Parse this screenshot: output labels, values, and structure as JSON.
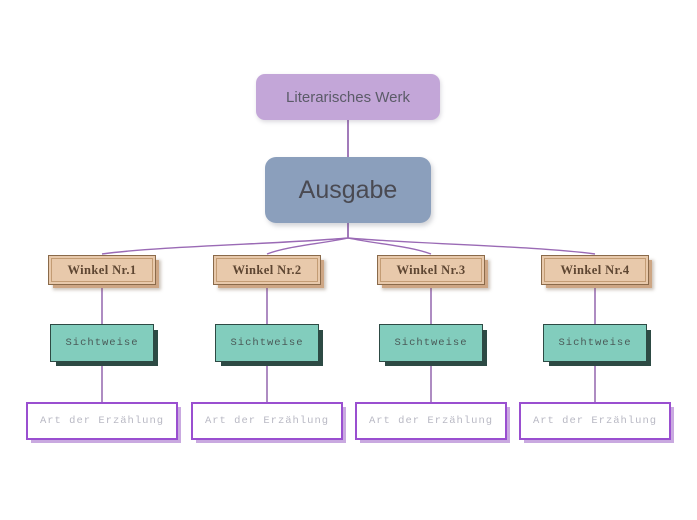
{
  "diagram": {
    "title_node": {
      "label": "Literarisches Werk"
    },
    "edition_node": {
      "label": "Ausgabe"
    },
    "angle_nodes": [
      {
        "label": "Winkel Nr.1"
      },
      {
        "label": "Winkel Nr.2"
      },
      {
        "label": "Winkel Nr.3"
      },
      {
        "label": "Winkel Nr.4"
      }
    ],
    "view_nodes": [
      {
        "label": "Sichtweise"
      },
      {
        "label": "Sichtweise"
      },
      {
        "label": "Sichtweise"
      },
      {
        "label": "Sichtweise"
      }
    ],
    "narration_nodes": [
      {
        "label": "Art der Erzählung"
      },
      {
        "label": "Art der Erzählung"
      },
      {
        "label": "Art der Erzählung"
      },
      {
        "label": "Art der Erzählung"
      }
    ],
    "colors": {
      "root_fill": "#c3a6d8",
      "root_text": "#5b5b68",
      "edition_fill": "#8b9fbc",
      "edition_text": "#4a4a52",
      "angle_fill": "#e8c9ab",
      "angle_text": "#5e4632",
      "angle_border": "#8a6a4a",
      "view_fill": "#82cdbd",
      "view_text": "#4a5a58",
      "view_border": "#2d4a44",
      "narration_fill": "#ffffff",
      "narration_text": "#b9b9c4",
      "narration_border": "#9a4fd0",
      "connector": "#8b5aa8",
      "background": "#ffffff"
    }
  }
}
